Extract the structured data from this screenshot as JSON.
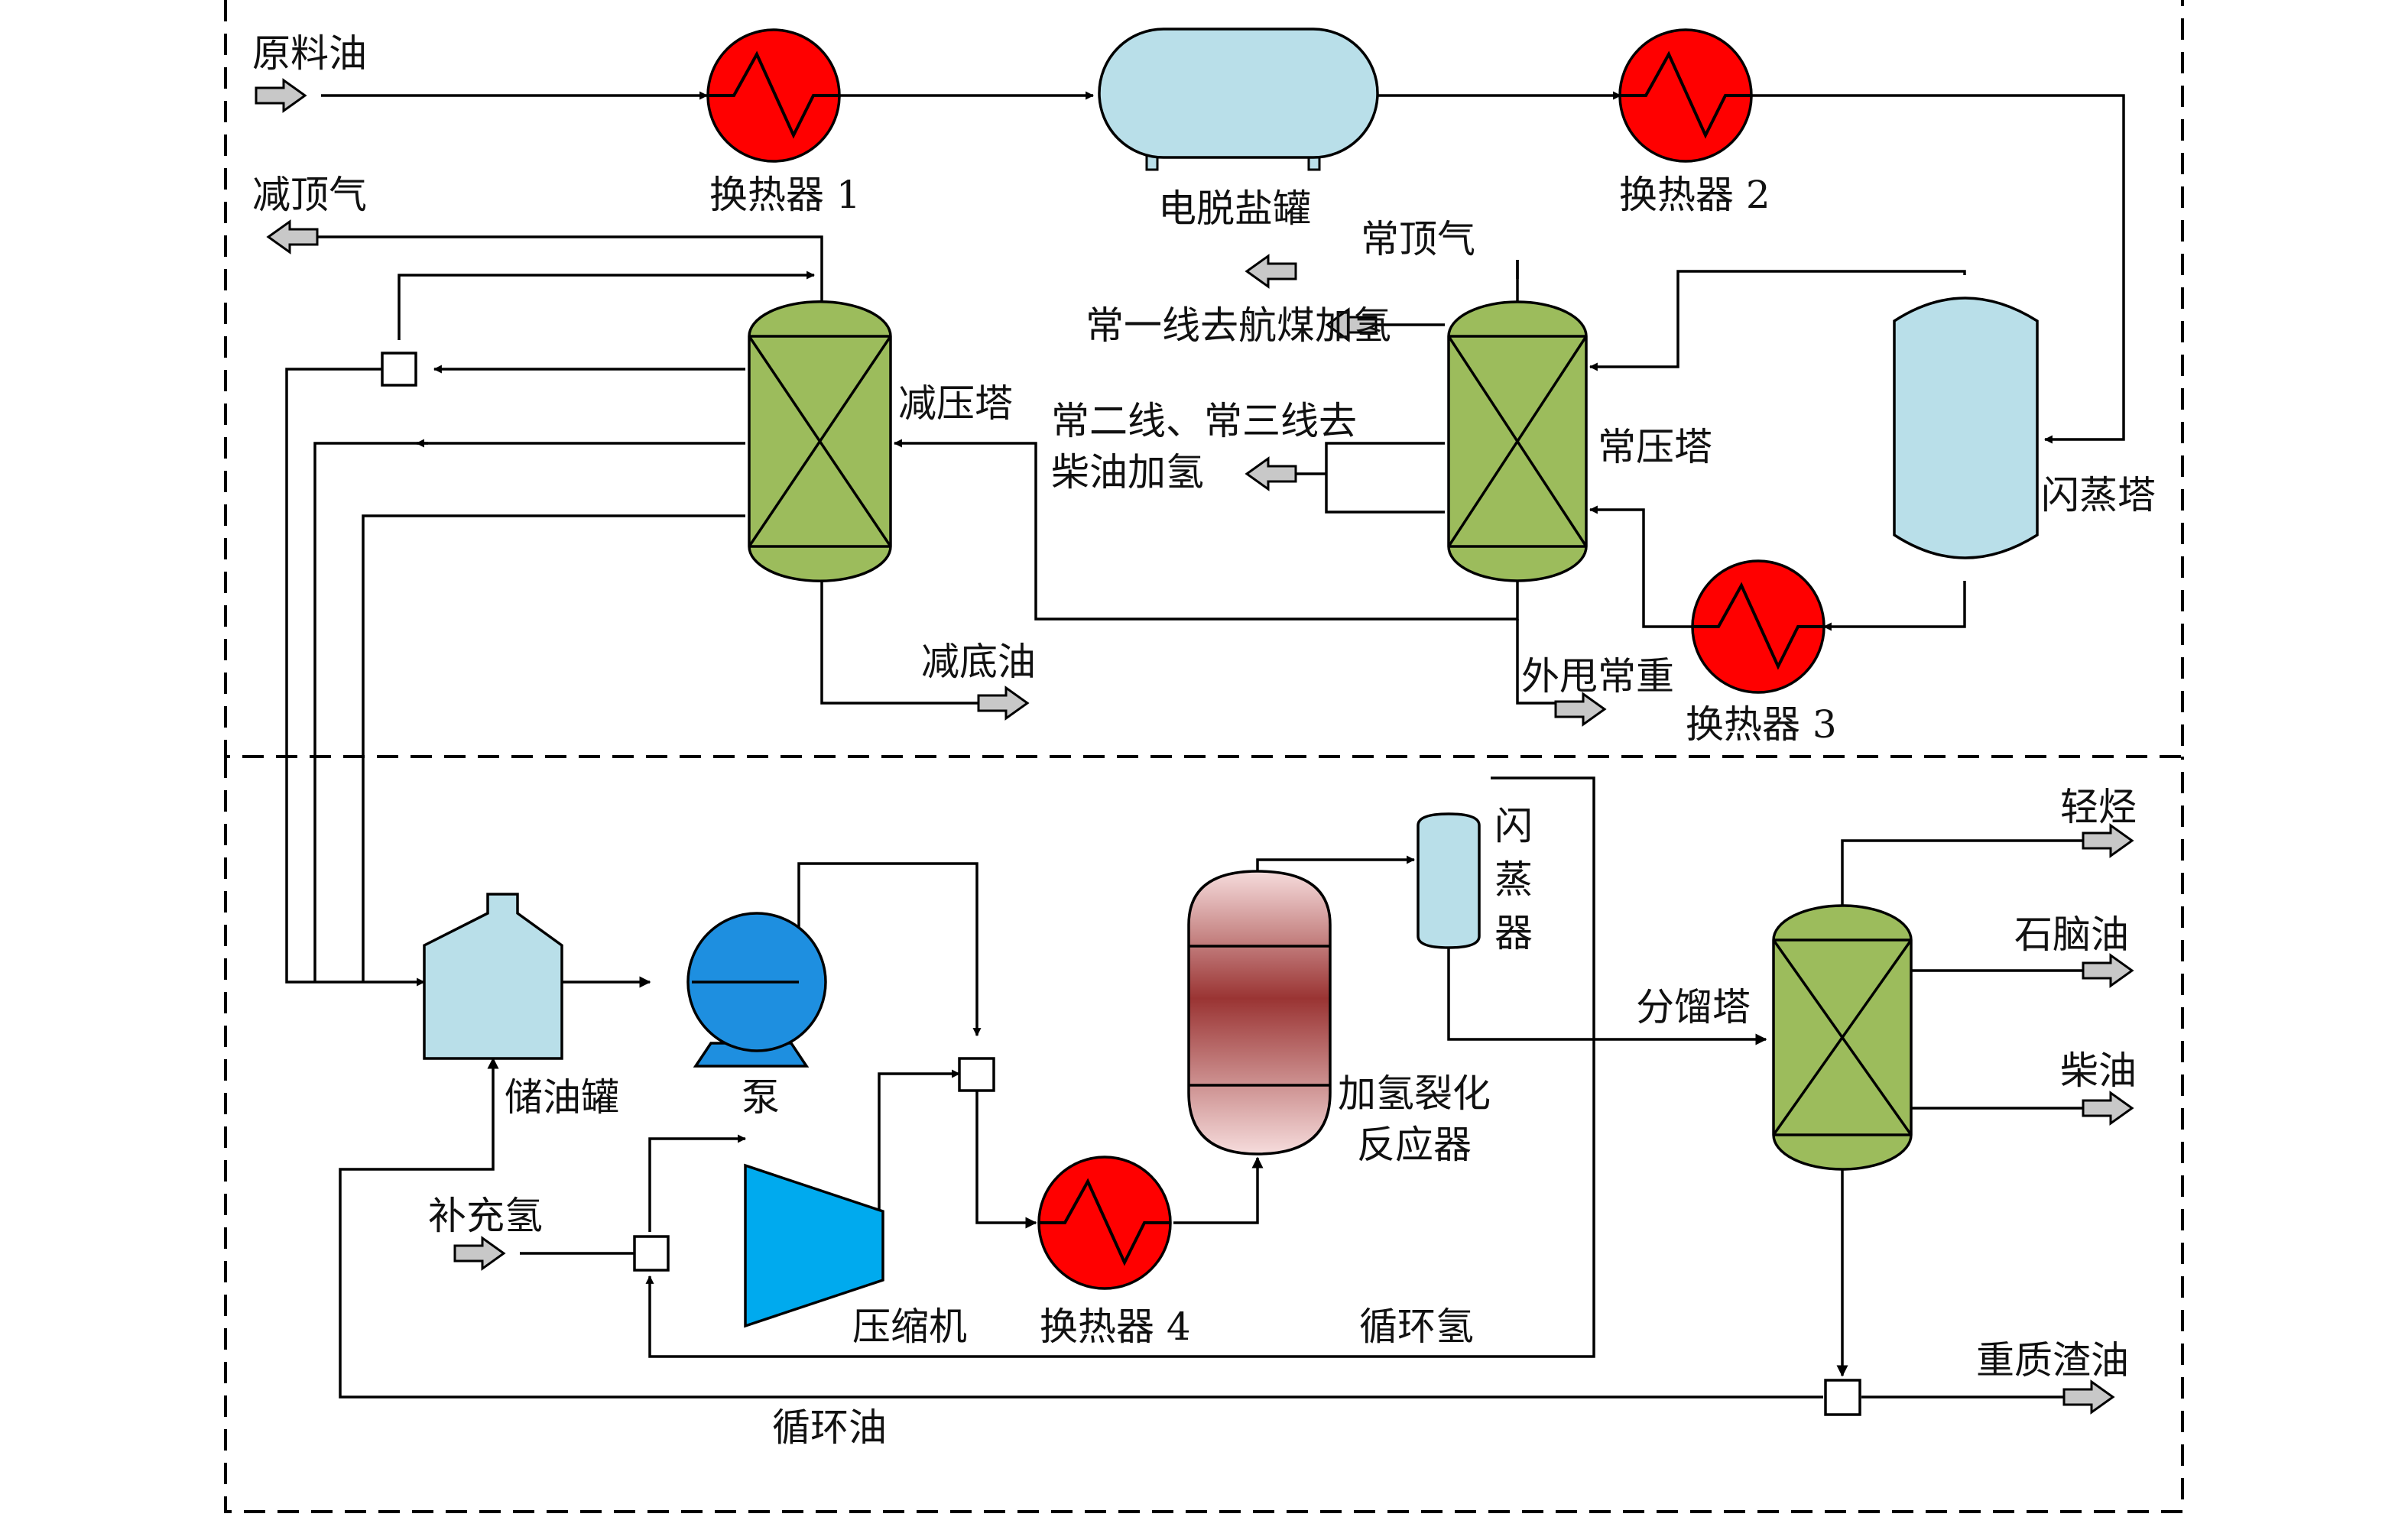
{
  "colors": {
    "heat_exchanger": "#ff0000",
    "vessel_blue": "#b9dfe9",
    "tower_green": "#9cbc5c",
    "pump": "#1e8fe0",
    "compressor": "#00aaee",
    "arrow_fill": "#c8c8c8"
  },
  "labels": {
    "feed_oil": "原料油",
    "hx1": "换热器 1",
    "desalter": "电脱盐罐",
    "hx2": "换热器 2",
    "vac_top_gas": "减顶气",
    "atm_top_gas": "常顶气",
    "atm_first_line": "常一线去航煤加氢",
    "vacuum_tower": "减压塔",
    "atm_second_third_line_1": "常二线、常三线去",
    "atm_second_third_line_2": "柴油加氢",
    "atm_tower": "常压塔",
    "flash_tower": "闪蒸塔",
    "vac_bottom_oil": "减底油",
    "atm_residue_export": "外甩常重",
    "hx3": "换热器 3",
    "storage_tank": "储油罐",
    "pump": "泵",
    "makeup_hydrogen": "补充氢",
    "compressor": "压缩机",
    "hx4": "换热器 4",
    "hydrocracker_1": "加氢裂化",
    "hydrocracker_2": "反应器",
    "flash_drum": [
      "闪",
      "蒸",
      "器"
    ],
    "recycle_hydrogen": "循环氢",
    "fractionator": "分馏塔",
    "light_hydrocarbon": "轻烃",
    "naphtha": "石脑油",
    "diesel": "柴油",
    "heavy_residue": "重质渣油",
    "recycle_oil": "循环油"
  }
}
